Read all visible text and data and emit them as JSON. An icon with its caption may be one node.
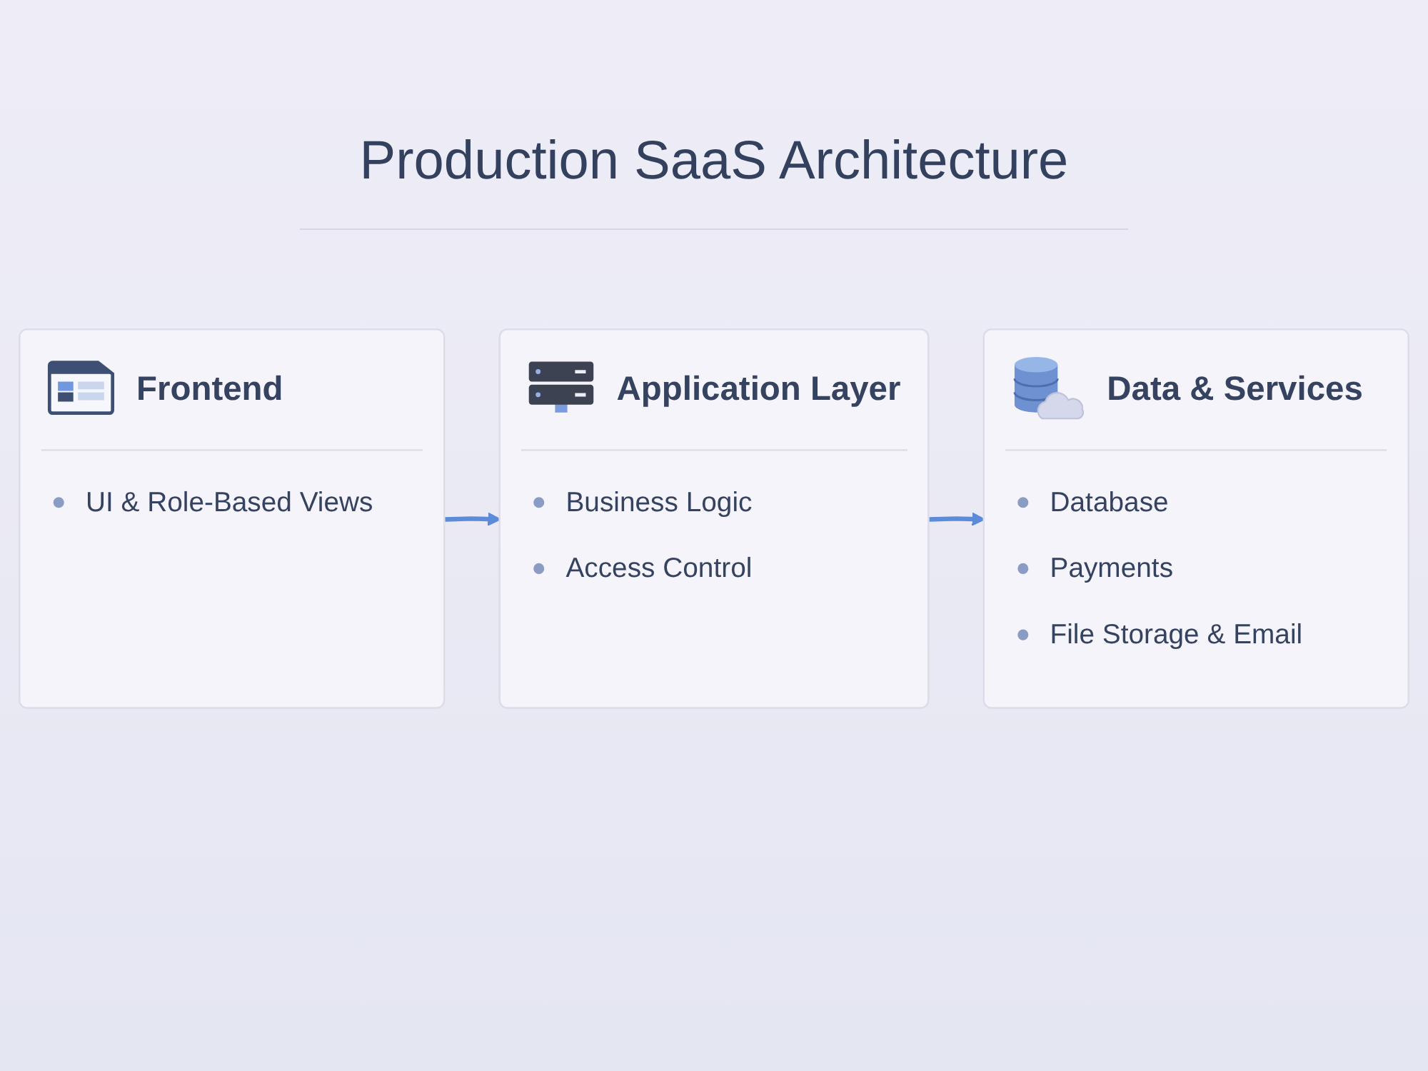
{
  "diagram": {
    "title": "Production SaaS Architecture",
    "nodes": [
      {
        "text": [
          "Frontend",
          "UI & Role-Based Views"
        ]
      },
      {
        "text": [
          "Application Layer",
          "Business Logic",
          "Access Control"
        ]
      },
      {
        "text": [
          "Data & Services",
          "Database",
          "Payments",
          "File Storage & Email"
        ]
      }
    ],
    "edges": [
      {
        "from": 0,
        "to": 1,
        "arrow": "to"
      },
      {
        "from": 1,
        "to": 2,
        "arrow": "to"
      }
    ]
  }
}
